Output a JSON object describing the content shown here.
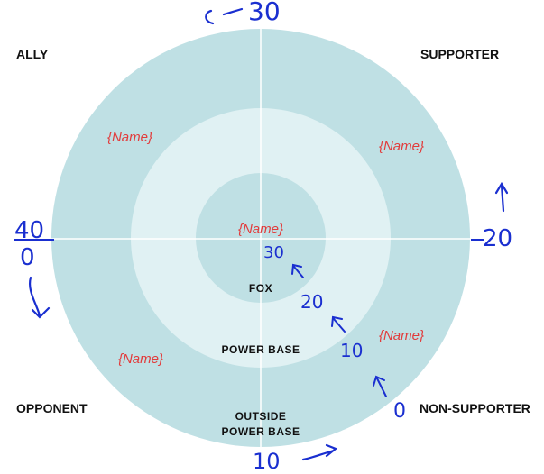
{
  "quadrants": {
    "top_left": "ALLY",
    "top_right": "SUPPORTER",
    "bottom_left": "OPPONENT",
    "bottom_right": "NON-SUPPORTER"
  },
  "zones": {
    "inner": "FOX",
    "middle": "POWER BASE",
    "outer_line1": "OUTSIDE",
    "outer_line2": "POWER BASE"
  },
  "name_placeholders": {
    "center": "{Name}",
    "upper_left": "{Name}",
    "upper_right": "{Name}",
    "lower_left": "{Name}",
    "lower_right": "{Name}"
  },
  "handwritten": {
    "top": "30",
    "left_top": "40",
    "left_bottom": "0",
    "right": "20",
    "bottom": "10",
    "scale_30": "30",
    "scale_20": "20",
    "scale_10": "10",
    "scale_0": "0"
  },
  "colors": {
    "outer_ring": "#bfe0e4",
    "middle_ring": "#e0f1f3",
    "inner_circle": "#bfe0e4",
    "axis_lines": "#ffffff",
    "name_text": "#e23b3b",
    "ink": "#1a2fd0"
  }
}
